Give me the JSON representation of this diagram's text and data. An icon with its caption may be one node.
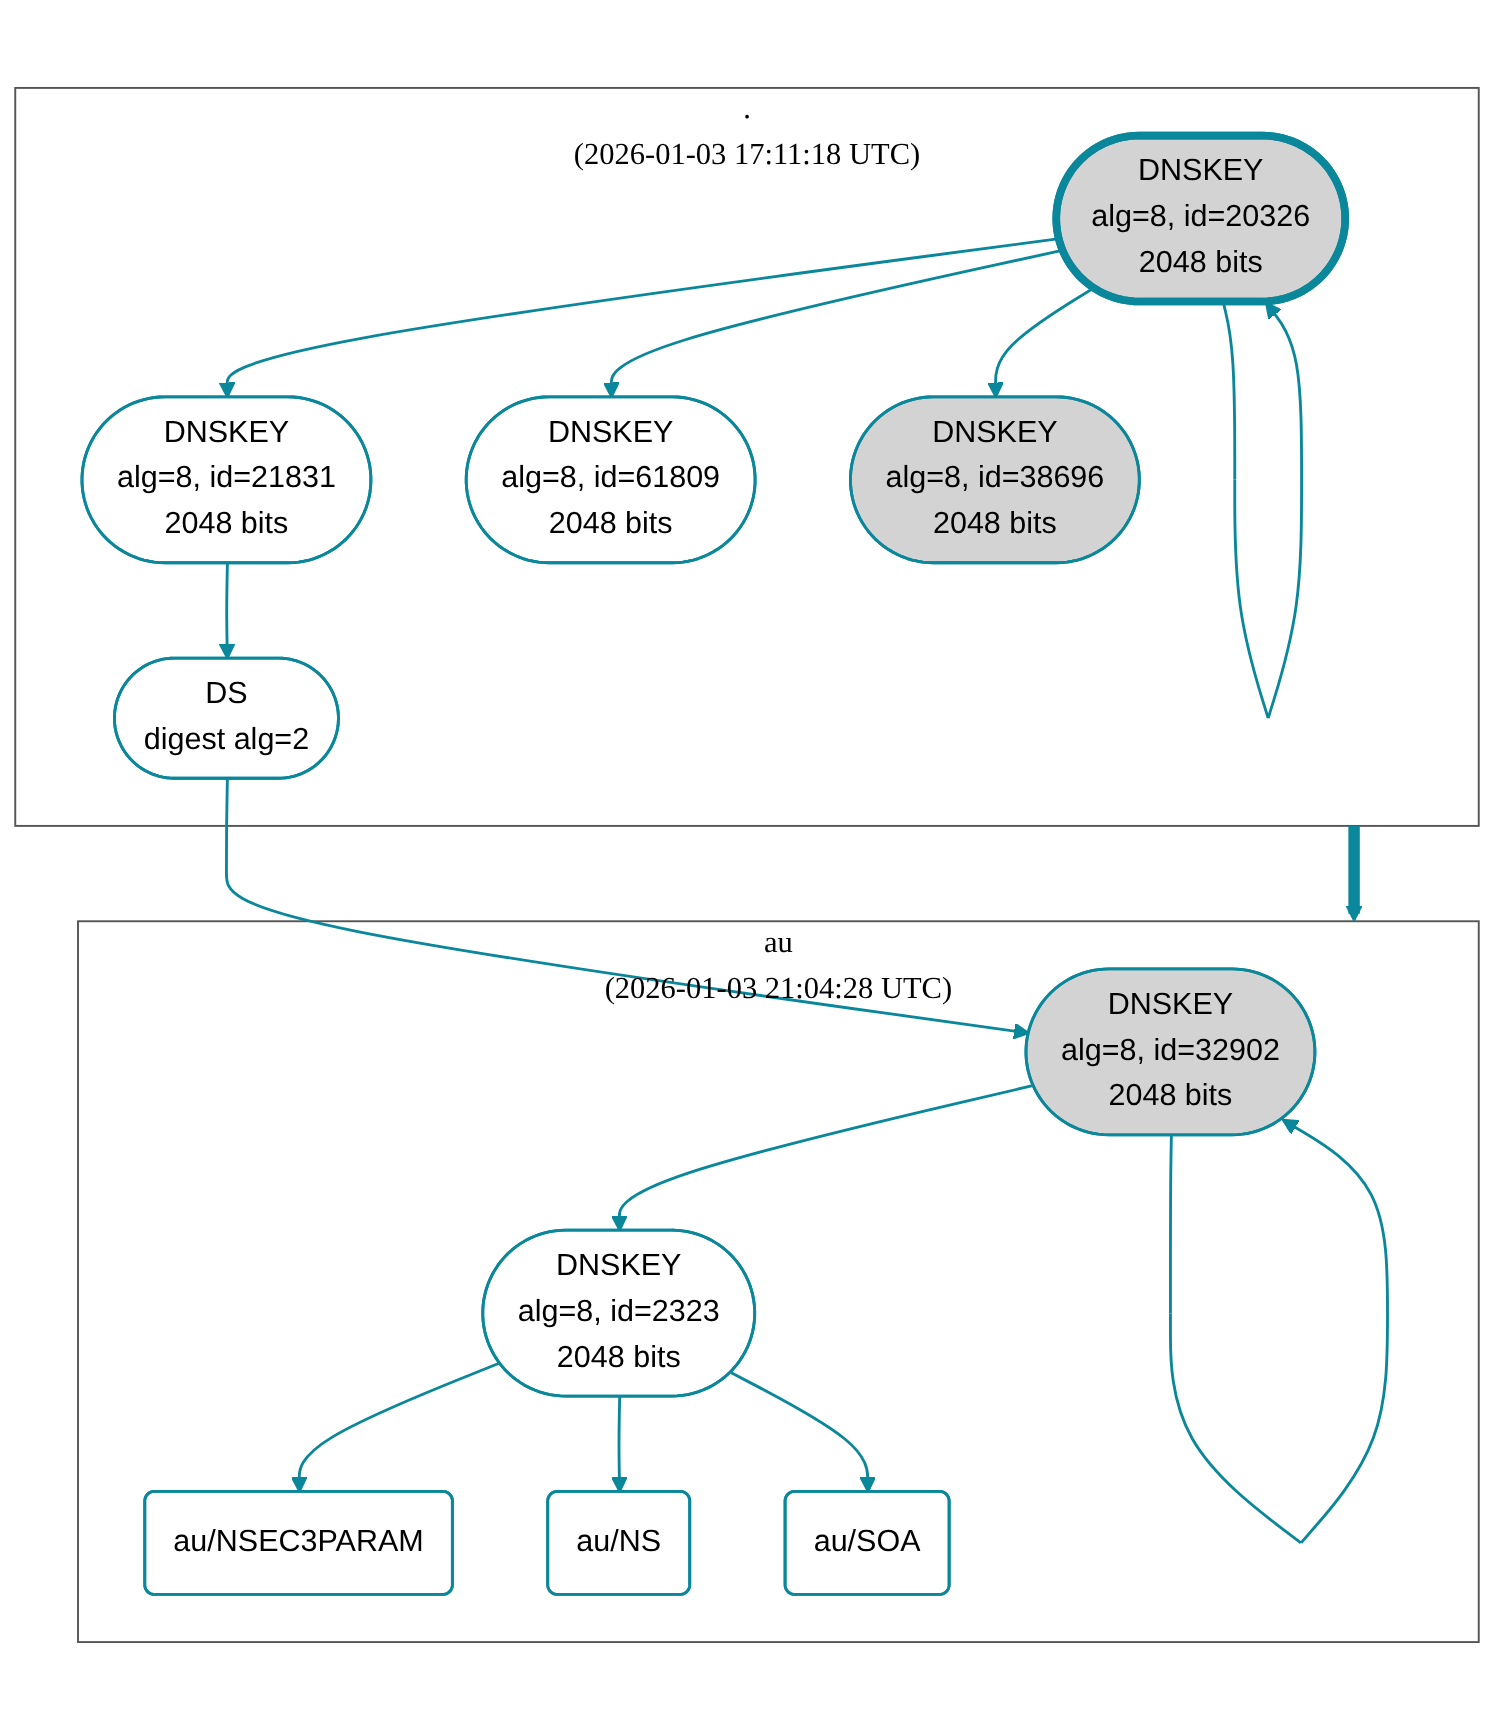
{
  "diagram": {
    "nodes": [
      {
        "text": [
          ".",
          "(2026-01-03 17:11:18 UTC)"
        ]
      },
      {
        "text": [
          "DNSKEY",
          "alg=8, id=20326",
          "2048 bits"
        ],
        "in": 0
      },
      {
        "text": [
          "DNSKEY",
          "alg=8, id=21831",
          "2048 bits"
        ],
        "in": 0
      },
      {
        "text": [
          "DNSKEY",
          "alg=8, id=61809",
          "2048 bits"
        ],
        "in": 0
      },
      {
        "text": [
          "DNSKEY",
          "alg=8, id=38696",
          "2048 bits"
        ],
        "in": 0
      },
      {
        "text": [
          "DS",
          "digest alg=2"
        ],
        "in": 0
      },
      {
        "text": [
          "au",
          "(2026-01-03 21:04:28 UTC)"
        ]
      },
      {
        "text": [
          "DNSKEY",
          "alg=8, id=32902",
          "2048 bits"
        ],
        "in": 6
      },
      {
        "text": [
          "DNSKEY",
          "alg=8, id=2323",
          "2048 bits"
        ],
        "in": 6
      },
      {
        "text": [
          "au/NSEC3PARAM"
        ],
        "in": 6
      },
      {
        "text": [
          "au/NS"
        ],
        "in": 6
      },
      {
        "text": [
          "au/SOA"
        ],
        "in": 6
      }
    ],
    "edges": [
      {
        "from": 1,
        "to": 1,
        "arrow": "to"
      },
      {
        "from": 1,
        "to": 2,
        "arrow": "to"
      },
      {
        "from": 1,
        "to": 3,
        "arrow": "to"
      },
      {
        "from": 1,
        "to": 4,
        "arrow": "to"
      },
      {
        "from": 2,
        "to": 5,
        "arrow": "to"
      },
      {
        "from": 0,
        "to": 6,
        "arrow": "to",
        "style": "thick"
      },
      {
        "from": 5,
        "to": 7,
        "arrow": "to"
      },
      {
        "from": 7,
        "to": 7,
        "arrow": "to"
      },
      {
        "from": 7,
        "to": 8,
        "arrow": "to"
      },
      {
        "from": 8,
        "to": 9,
        "arrow": "to"
      },
      {
        "from": 8,
        "to": 10,
        "arrow": "to"
      },
      {
        "from": 8,
        "to": 11,
        "arrow": "to"
      }
    ]
  }
}
